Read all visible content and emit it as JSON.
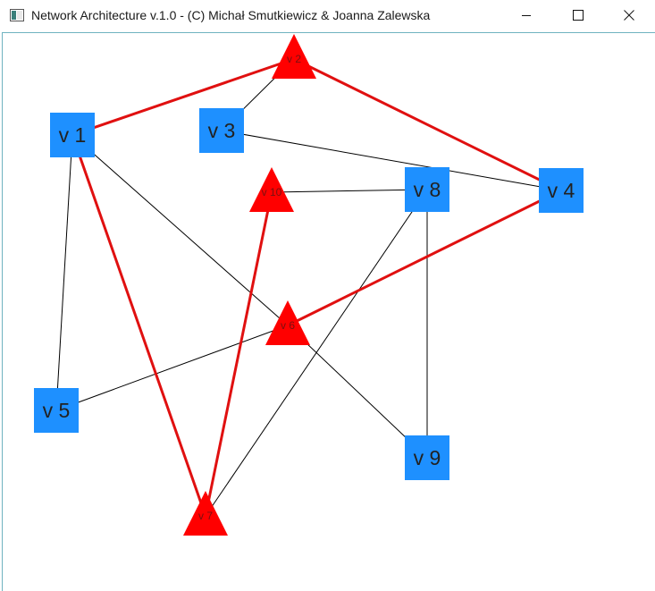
{
  "window": {
    "title": "Network Architecture v.1.0 - (C) Michał Smutkiewicz & Joanna Zalewska",
    "controls": {
      "minimize": "minimize-icon",
      "maximize": "maximize-icon",
      "close": "close-icon"
    }
  },
  "colors": {
    "square_node": "#1e90ff",
    "triangle_node": "#ff0000",
    "thin_edge": "#000000",
    "highlight_edge": "#e01010"
  },
  "graph": {
    "nodes": [
      {
        "id": "v1",
        "label": "v 1",
        "shape": "square"
      },
      {
        "id": "v2",
        "label": "v 2",
        "shape": "triangle"
      },
      {
        "id": "v3",
        "label": "v 3",
        "shape": "square"
      },
      {
        "id": "v4",
        "label": "v 4",
        "shape": "square"
      },
      {
        "id": "v5",
        "label": "v 5",
        "shape": "square"
      },
      {
        "id": "v6",
        "label": "v 6",
        "shape": "triangle"
      },
      {
        "id": "v7",
        "label": "v 7",
        "shape": "triangle"
      },
      {
        "id": "v8",
        "label": "v 8",
        "shape": "square"
      },
      {
        "id": "v9",
        "label": "v 9",
        "shape": "square"
      },
      {
        "id": "v10",
        "label": "v 10",
        "shape": "triangle"
      }
    ],
    "edges": [
      {
        "from": "v1",
        "to": "v5",
        "highlight": false
      },
      {
        "from": "v1",
        "to": "v6",
        "highlight": false
      },
      {
        "from": "v3",
        "to": "v2",
        "highlight": false
      },
      {
        "from": "v3",
        "to": "v4",
        "highlight": false
      },
      {
        "from": "v10",
        "to": "v8",
        "highlight": false
      },
      {
        "from": "v8",
        "to": "v9",
        "highlight": false
      },
      {
        "from": "v8",
        "to": "v7",
        "highlight": false
      },
      {
        "from": "v5",
        "to": "v6",
        "highlight": false
      },
      {
        "from": "v6",
        "to": "v9",
        "highlight": false
      },
      {
        "from": "v1",
        "to": "v2",
        "highlight": true
      },
      {
        "from": "v2",
        "to": "v4",
        "highlight": true
      },
      {
        "from": "v1",
        "to": "v7",
        "highlight": true
      },
      {
        "from": "v7",
        "to": "v10",
        "highlight": true
      },
      {
        "from": "v4",
        "to": "v6",
        "highlight": true
      }
    ]
  }
}
